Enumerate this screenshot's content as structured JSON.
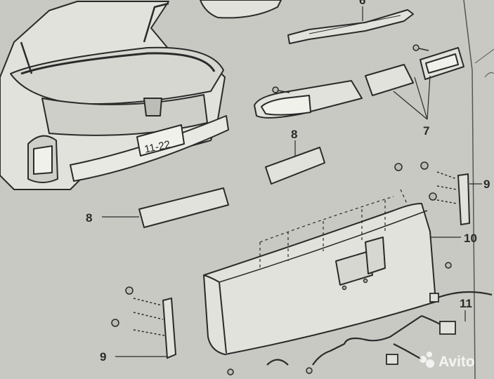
{
  "diagram": {
    "callouts": [
      {
        "id": "6",
        "label": "6"
      },
      {
        "id": "7",
        "label": "7"
      },
      {
        "id": "8-upper",
        "label": "8"
      },
      {
        "id": "8-lower",
        "label": "8"
      },
      {
        "id": "9-upper",
        "label": "9"
      },
      {
        "id": "9-lower",
        "label": "9"
      },
      {
        "id": "10",
        "label": "10"
      },
      {
        "id": "11",
        "label": "11"
      }
    ],
    "plate_text": "11-22",
    "watermark": "Avito",
    "colors": {
      "paper": "#c9c9c4",
      "ink": "#2a2a2a",
      "part_fill": "#e2e2dc"
    }
  }
}
